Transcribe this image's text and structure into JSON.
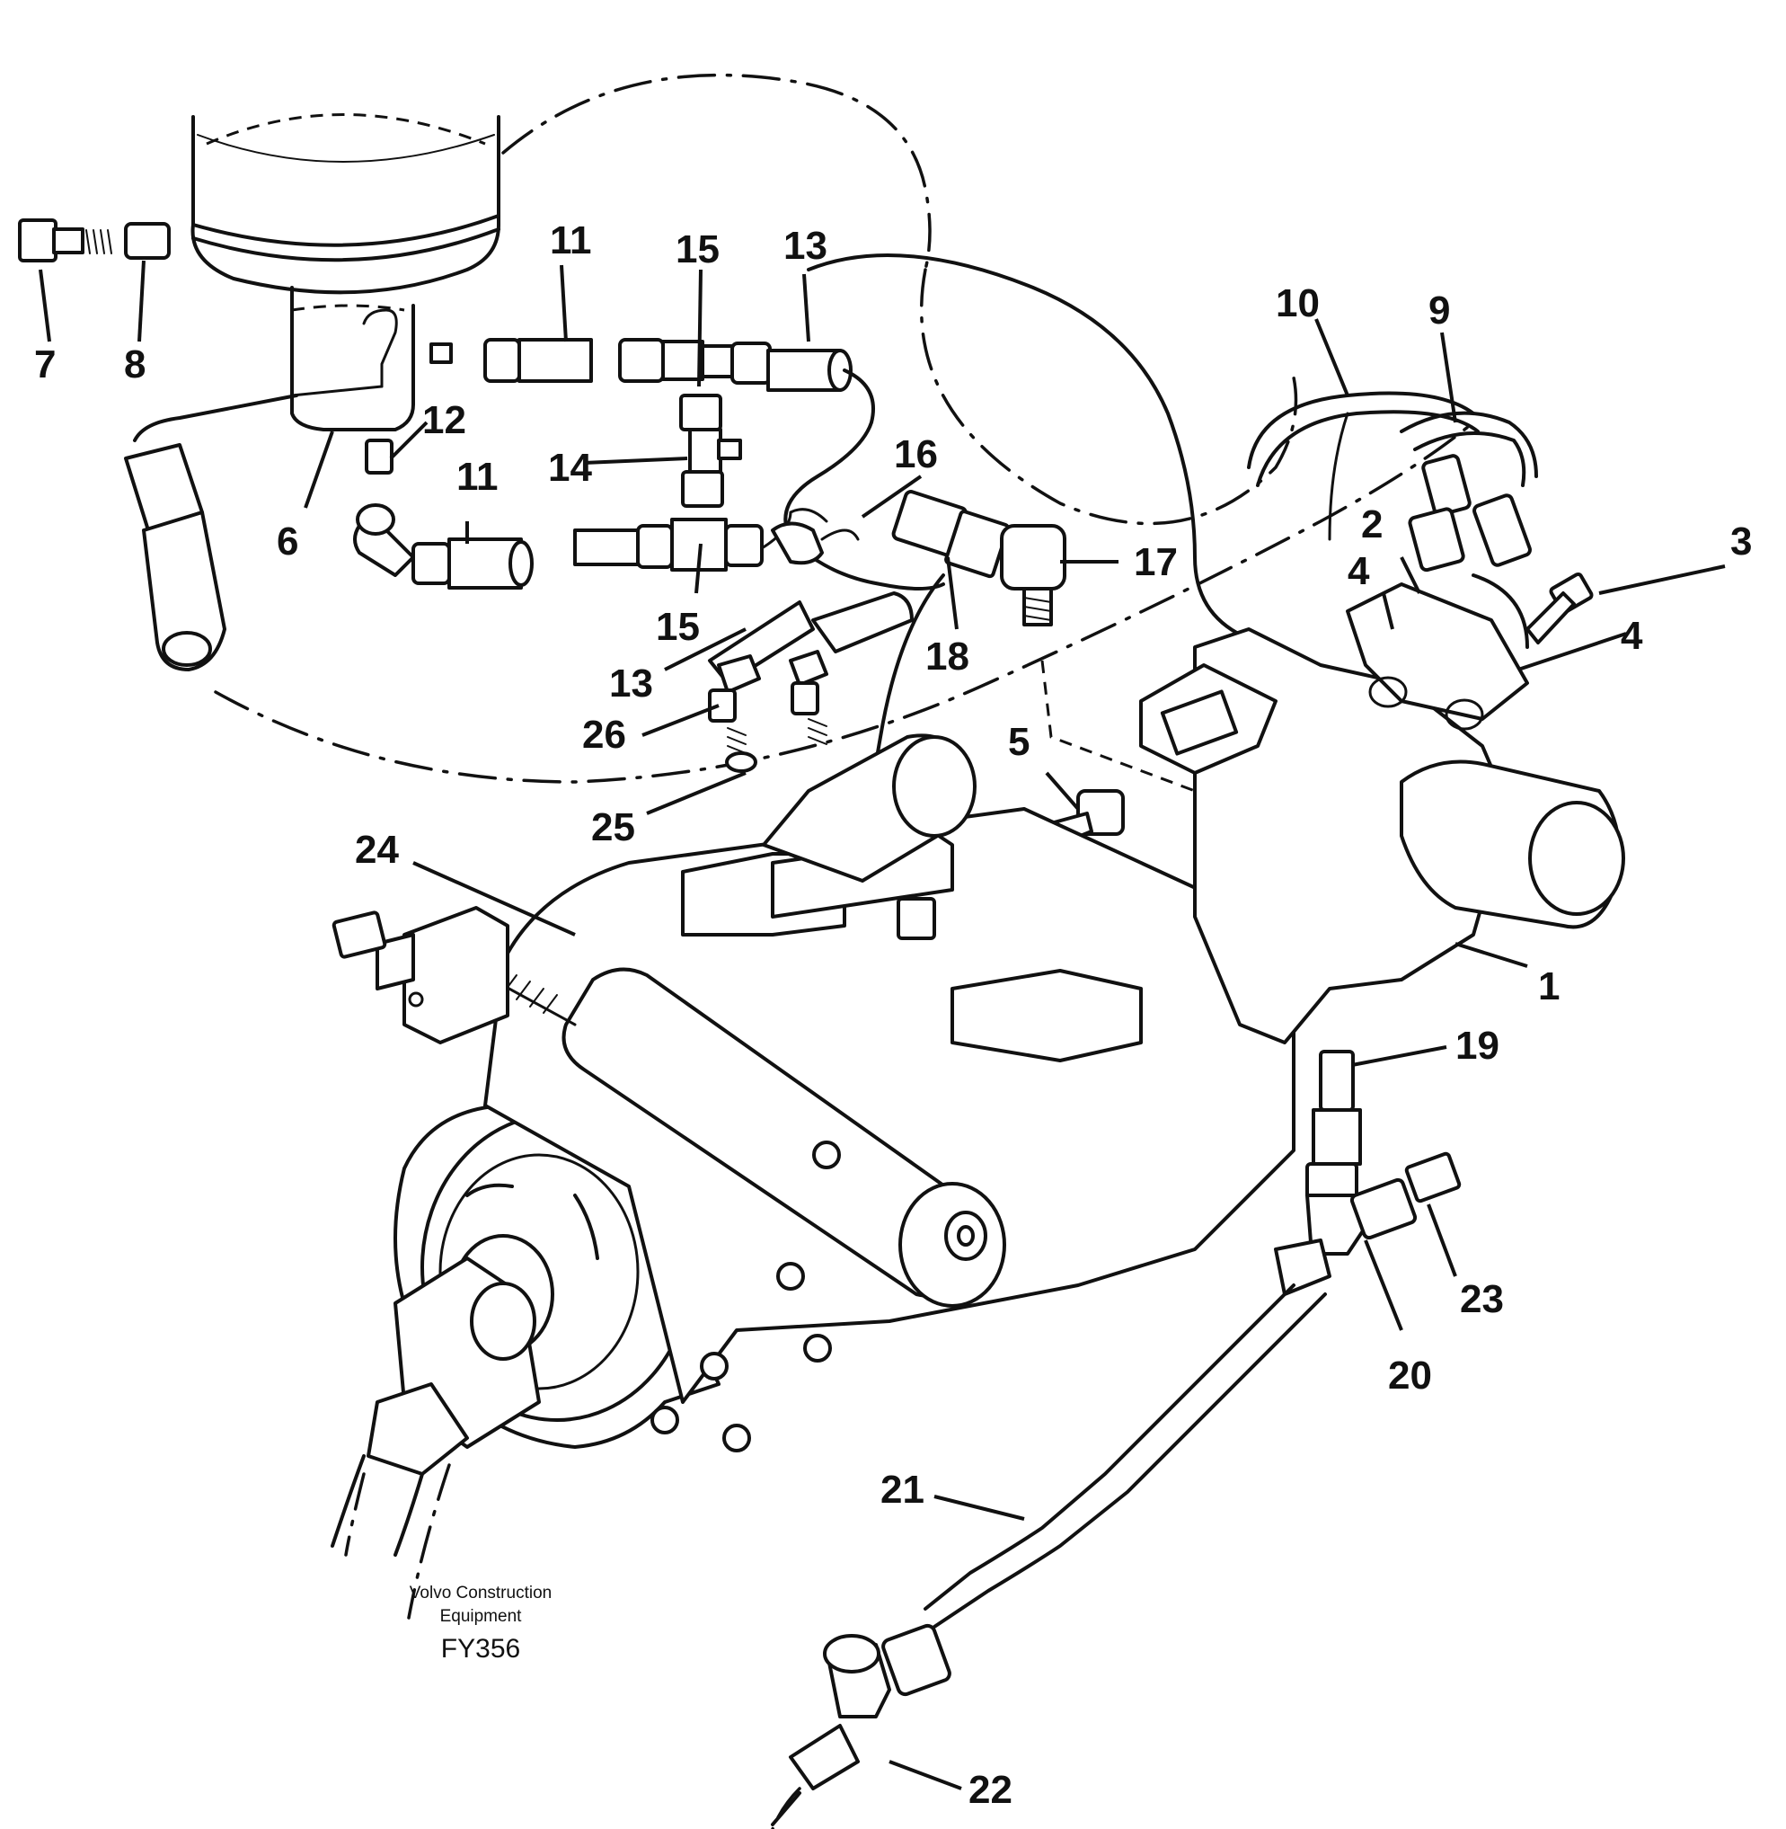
{
  "labels": {
    "p1": "1",
    "p2": "2",
    "p3": "3",
    "p4a": "4",
    "p4b": "4",
    "p5": "5",
    "p6": "6",
    "p7": "7",
    "p8": "8",
    "p9": "9",
    "p10": "10",
    "p11a": "11",
    "p11b": "11",
    "p12": "12",
    "p13a": "13",
    "p13b": "13",
    "p14": "14",
    "p15a": "15",
    "p15b": "15",
    "p16": "16",
    "p17": "17",
    "p18": "18",
    "p19": "19",
    "p20": "20",
    "p21": "21",
    "p22": "22",
    "p23": "23",
    "p24": "24",
    "p25": "25",
    "p26": "26"
  },
  "footer": {
    "brand_line1": "Volvo Construction",
    "brand_line2": "Equipment",
    "figure_code": "FY356"
  }
}
